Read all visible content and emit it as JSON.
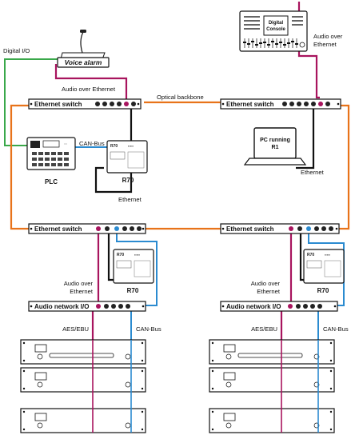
{
  "labels": {
    "digital_io": "Digital I/O",
    "voice_alarm": "Voice alarm",
    "audio_over_ethernet_top": "Audio over Ethernet",
    "optical_backbone": "Optical backbone",
    "ethernet_switch": "Ethernet switch",
    "can_bus_upper": "CAN-Bus",
    "plc": "PLC",
    "r70": "R70",
    "ethernet_r70_left": "Ethernet",
    "audio_network_io": "Audio network I/O",
    "audio_over": "Audio over",
    "ethernet": "Ethernet",
    "aes_ebu": "AES/EBU",
    "can_bus": "CAN-Bus",
    "digital": "Digital",
    "console": "Console",
    "pc_running": "PC running",
    "r1": "R1",
    "audio_over_eth_line1": "Audio over",
    "audio_over_eth_line2": "Ethernet"
  },
  "colors": {
    "audio": "#a8145e",
    "can": "#2b8bd0",
    "optical": "#e8731a",
    "digital_io": "#3aa84a",
    "ethernet": "#111111"
  }
}
